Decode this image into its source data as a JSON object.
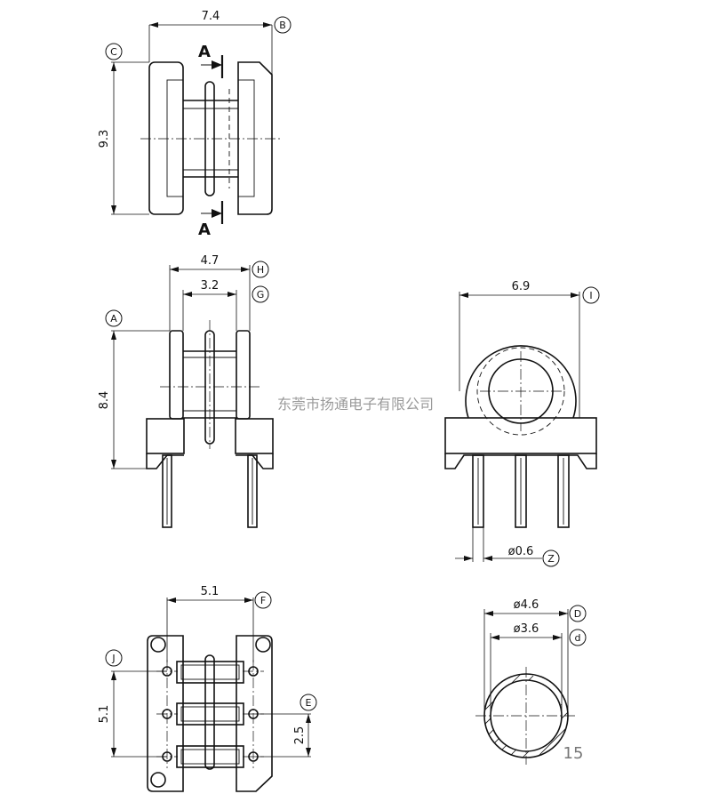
{
  "drawing": {
    "dimensions": {
      "top_width": "7.4",
      "top_height": "9.3",
      "front_outer": "4.7",
      "front_inner": "3.2",
      "front_height": "8.4",
      "side_width": "6.9",
      "pin_diameter": "ø0.6",
      "bottom_width": "5.1",
      "bottom_pitch": "5.1",
      "bottom_half_pitch": "2.5",
      "ring_outer": "ø4.6",
      "ring_inner": "ø3.6"
    },
    "callouts": {
      "B": "B",
      "C": "C",
      "H": "H",
      "G": "G",
      "A": "A",
      "I": "I",
      "Z": "Z",
      "F": "F",
      "J": "J",
      "E": "E",
      "D": "D",
      "d": "d"
    },
    "section_labels": {
      "top": "A",
      "bottom": "A"
    },
    "watermark": "东莞市扬通电子有限公司",
    "page_number": "15"
  }
}
